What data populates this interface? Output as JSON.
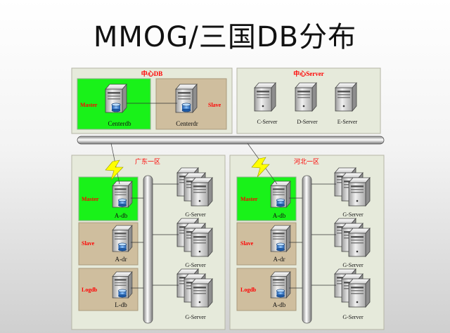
{
  "title": "MMOG/三国DB分布",
  "center_db": {
    "label": "中心DB",
    "master": {
      "role": "Master",
      "name": "Centerdb"
    },
    "slave": {
      "role": "Slave",
      "name": "Centerdr"
    }
  },
  "center_server": {
    "label": "中心Server",
    "servers": [
      "C-Server",
      "D-Server",
      "E-Server"
    ]
  },
  "regions": [
    {
      "label": "广东一区",
      "rows": [
        {
          "role": "Master",
          "db": "A-db",
          "server": "G-Server"
        },
        {
          "role": "Slave",
          "db": "A-dr",
          "server": "G-Server"
        },
        {
          "role": "Logdb",
          "db": "L-db",
          "server": "G-Server"
        }
      ]
    },
    {
      "label": "河北一区",
      "rows": [
        {
          "role": "Master",
          "db": "A-db",
          "server": "G-Server"
        },
        {
          "role": "Slave",
          "db": "A-dr",
          "server": "G-Server"
        },
        {
          "role": "Logdb",
          "db": "A-db",
          "server": "G-Server"
        }
      ]
    }
  ],
  "colors": {
    "panel_fill": "#e6eadb",
    "panel_stroke": "#b5b5a5",
    "master_fill": "#19f219",
    "tan_fill": "#cfbe9e",
    "red_label": "#ff0000",
    "lightning": "#ffff00"
  }
}
